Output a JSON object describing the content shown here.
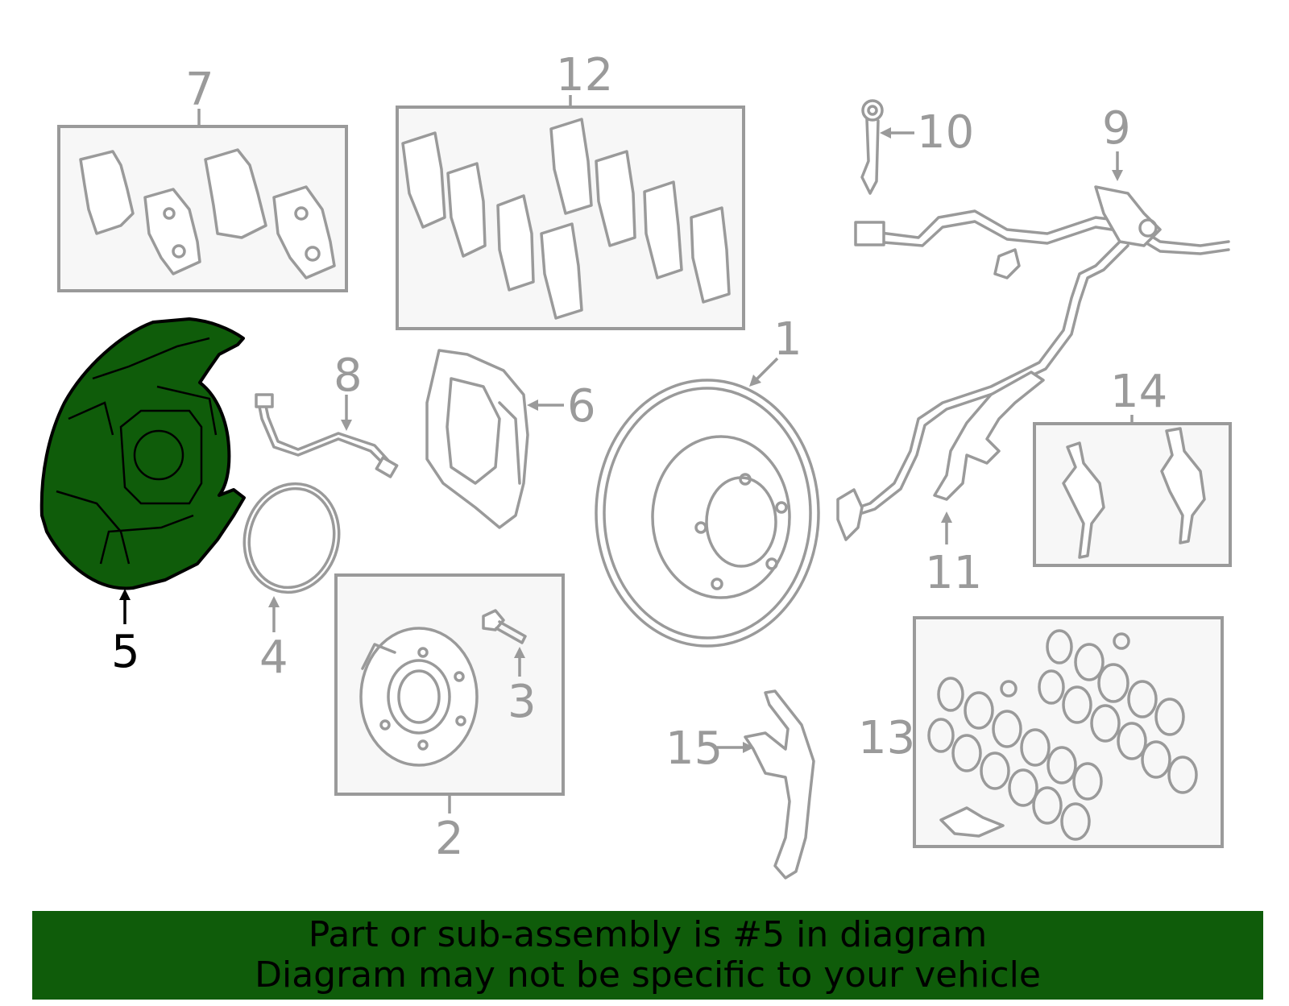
{
  "diagram": {
    "callouts": [
      {
        "id": "1",
        "label": "1"
      },
      {
        "id": "2",
        "label": "2"
      },
      {
        "id": "3",
        "label": "3"
      },
      {
        "id": "4",
        "label": "4"
      },
      {
        "id": "5",
        "label": "5"
      },
      {
        "id": "6",
        "label": "6"
      },
      {
        "id": "7",
        "label": "7"
      },
      {
        "id": "8",
        "label": "8"
      },
      {
        "id": "9",
        "label": "9"
      },
      {
        "id": "10",
        "label": "10"
      },
      {
        "id": "11",
        "label": "11"
      },
      {
        "id": "12",
        "label": "12"
      },
      {
        "id": "13",
        "label": "13"
      },
      {
        "id": "14",
        "label": "14"
      },
      {
        "id": "15",
        "label": "15"
      }
    ],
    "highlighted_part": "5",
    "colors": {
      "highlight_fill": "#0f5c0a",
      "line": "#9a9a9a",
      "box_fill": "#f7f7f7",
      "banner_bg": "#0f5c0a"
    }
  },
  "banner": {
    "line1": "Part or sub-assembly is #5 in diagram",
    "line2": "Diagram may not be specific to your vehicle"
  }
}
